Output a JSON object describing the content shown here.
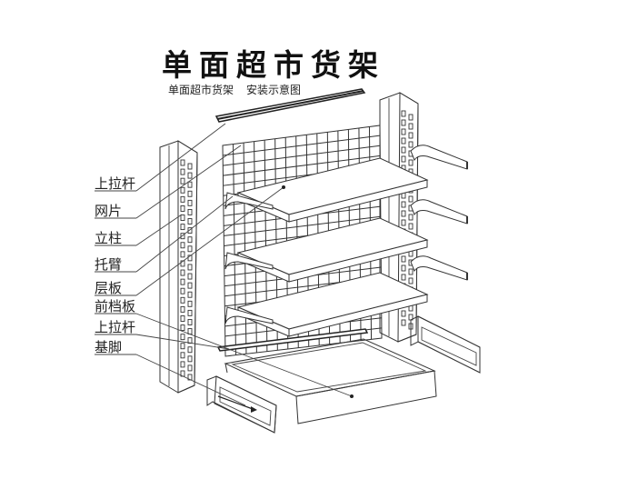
{
  "title": "单面超市货架",
  "subtitle_left": "单面超市货架",
  "subtitle_right": "安装示意图",
  "labels": {
    "top_rail": "上拉杆",
    "mesh_panel": "网片",
    "upright": "立柱",
    "bracket": "托臂",
    "shelf_board": "层板",
    "front_plate": "前档板",
    "top_rail_2": "上拉杆",
    "base_foot": "基脚"
  }
}
